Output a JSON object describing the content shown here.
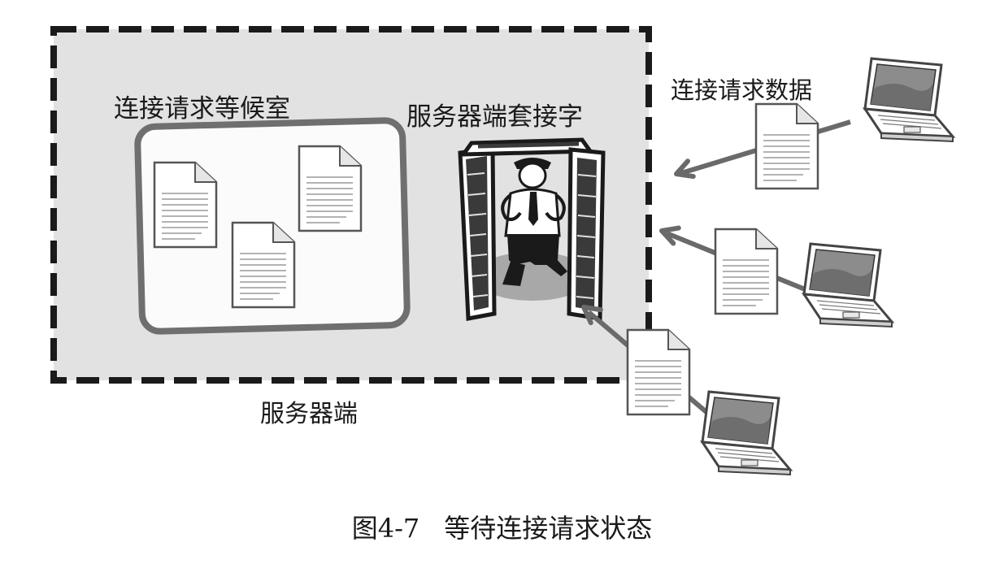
{
  "labels": {
    "waiting_room": "连接请求等候室",
    "server_socket": "服务器端套接字",
    "request_data": "连接请求数据",
    "server": "服务器端"
  },
  "caption": {
    "number": "图4-7",
    "text": "等待连接请求状态"
  },
  "colors": {
    "server_area_fill": "#e2e2e2",
    "server_border": "#1a1a1a",
    "waiting_room_fill": "#fbfbfb",
    "waiting_room_border": "#6f6f6f",
    "arrow": "#6a6a6a",
    "document_fill": "#ffffff",
    "document_stroke": "#555555"
  },
  "icons": [
    "document-icon",
    "laptop-icon",
    "doorman-icon",
    "arrow-icon"
  ]
}
